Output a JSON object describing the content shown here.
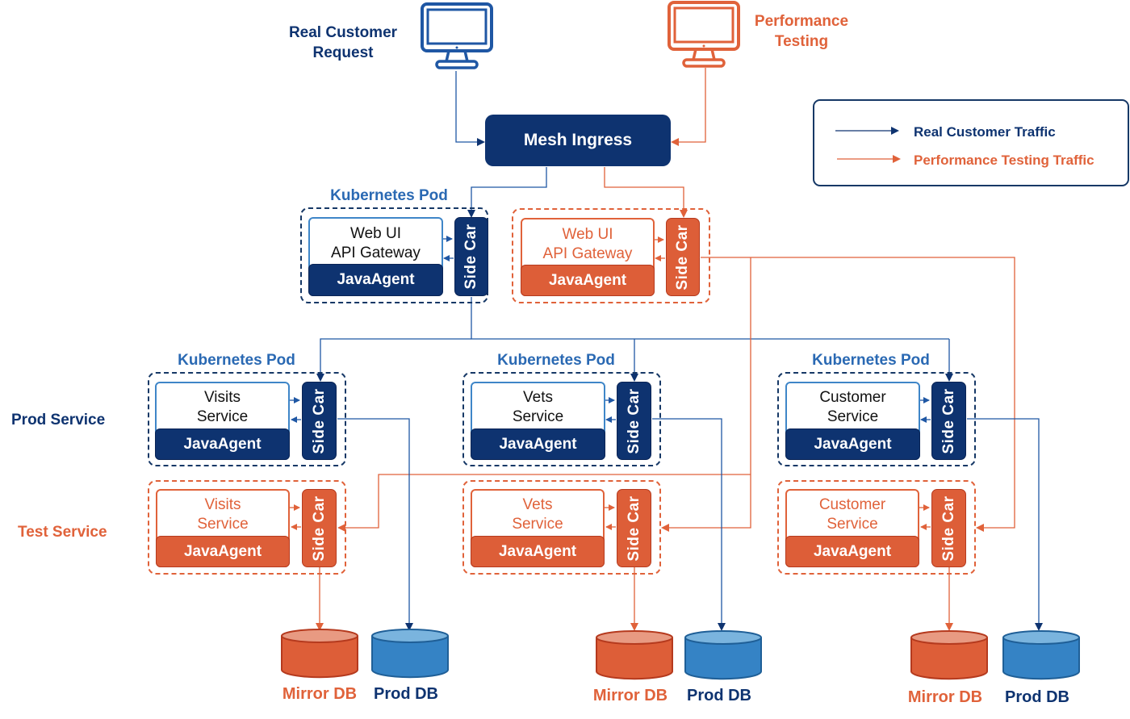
{
  "sources": {
    "real": {
      "label_line1": "Real Customer",
      "label_line2": "Request",
      "icon": "monitor-icon",
      "color": "#1f57a4"
    },
    "perf": {
      "label_line1": "Performance",
      "label_line2": "Testing",
      "icon": "monitor-icon",
      "color": "#e0623a"
    }
  },
  "ingress": {
    "label": "Mesh Ingress"
  },
  "legend": {
    "items": [
      {
        "label": "Real Customer Traffic",
        "color": "#0e3370"
      },
      {
        "label": "Performance Testing Traffic",
        "color": "#e0623a"
      }
    ]
  },
  "pod_label": "Kubernetes Pod",
  "sidecar_label": "Side Car",
  "agent_label": "JavaAgent",
  "gateway": {
    "prod": {
      "name_line1": "Web UI",
      "name_line2": "API Gateway"
    },
    "test": {
      "name_line1": "Web UI",
      "name_line2": "API Gateway"
    }
  },
  "row_labels": {
    "prod": "Prod Service",
    "test": "Test Service"
  },
  "services": [
    {
      "name_line1": "Visits",
      "name_line2": "Service"
    },
    {
      "name_line1": "Vets",
      "name_line2": "Service"
    },
    {
      "name_line1": "Customer",
      "name_line2": "Service"
    }
  ],
  "databases": {
    "mirror": "Mirror DB",
    "prod": "Prod DB"
  },
  "colors": {
    "navy": "#0e3370",
    "blue": "#1f57a4",
    "orange": "#e0623a",
    "db_orange": "#dd5e38",
    "db_blue": "#3583c5"
  }
}
